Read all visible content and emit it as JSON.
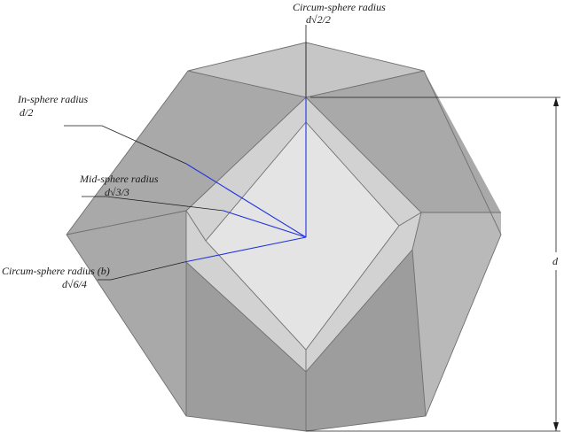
{
  "labels": {
    "circum_radius": {
      "title": "Circum-sphere radius",
      "formula": "d√2/2"
    },
    "in_radius": {
      "title": "In-sphere radius",
      "formula": "d/2"
    },
    "mid_radius": {
      "title": "Mid-sphere radius",
      "formula": "d√3/3"
    },
    "circum_radius_b": {
      "title": "Circum-sphere radius (b)",
      "formula": "d√6/4"
    },
    "dimension": "d"
  },
  "colors": {
    "radius_lines": "#2233dd",
    "solid_gray": "#b9b9b9",
    "inner_face": "#e4e4e4"
  }
}
